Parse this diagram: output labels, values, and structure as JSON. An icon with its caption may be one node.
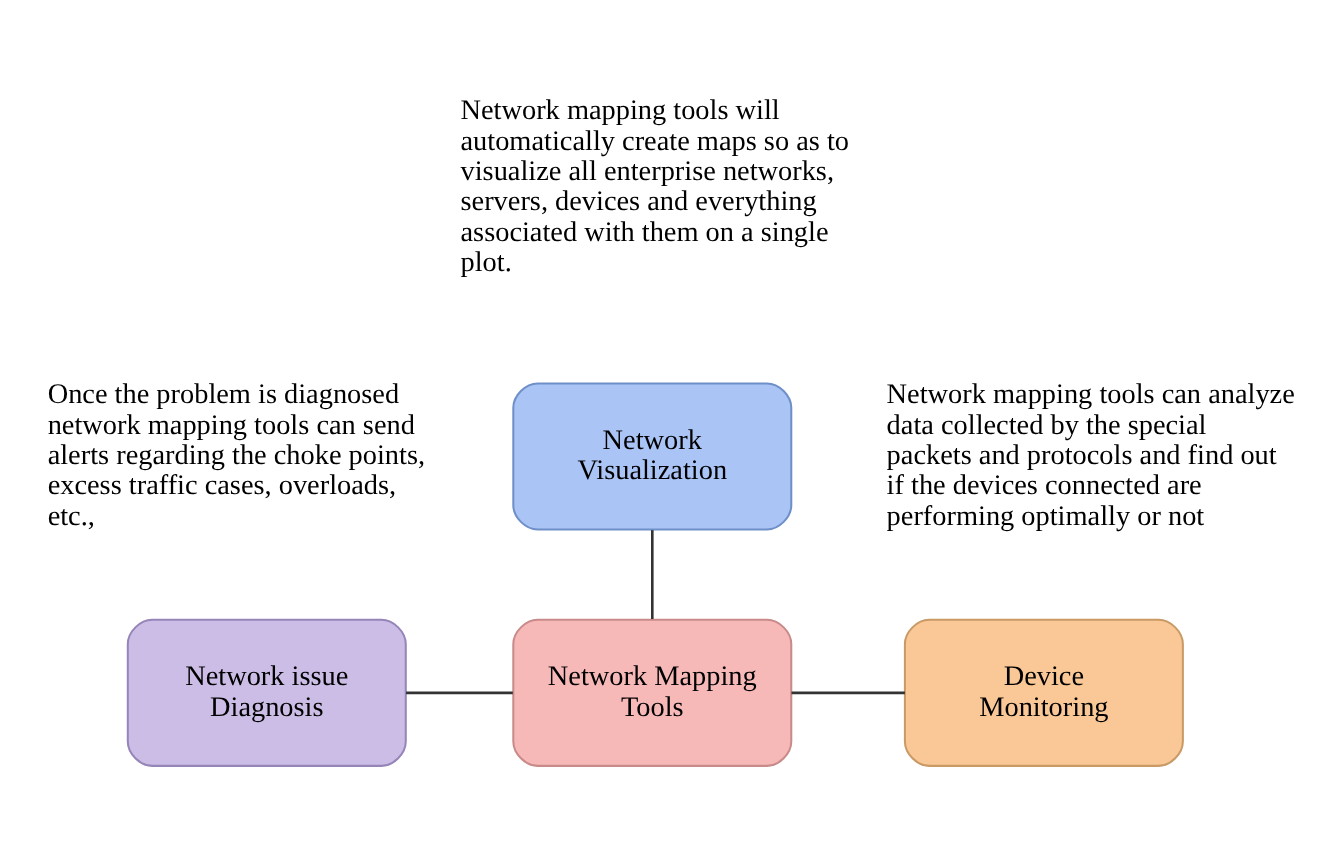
{
  "diagram": {
    "nodes": [
      {
        "text": [
          "Network Visualization"
        ],
        "beside": [
          "Network mapping tools will automatically create maps so as to visualize all enterprise networks, servers, devices and everything associated with them on a single plot."
        ]
      },
      {
        "text": [
          "Network issue Diagnosis"
        ],
        "beside": [
          "Once the problem is diagnosed network mapping tools can send alerts regarding the choke points, excess traffic cases, overloads, etc.,"
        ]
      },
      {
        "text": [
          "Network Mapping Tools"
        ]
      },
      {
        "text": [
          "Device Monitoring"
        ],
        "beside": [
          "Network mapping tools can analyze data collected by the special packets and protocols and find out if the devices connected are performing optimally or not"
        ]
      }
    ],
    "edges": [
      {
        "from": 0,
        "to": 2,
        "arrow": "none"
      },
      {
        "from": 1,
        "to": 2,
        "arrow": "none"
      },
      {
        "from": 2,
        "to": 3,
        "arrow": "none"
      }
    ]
  }
}
